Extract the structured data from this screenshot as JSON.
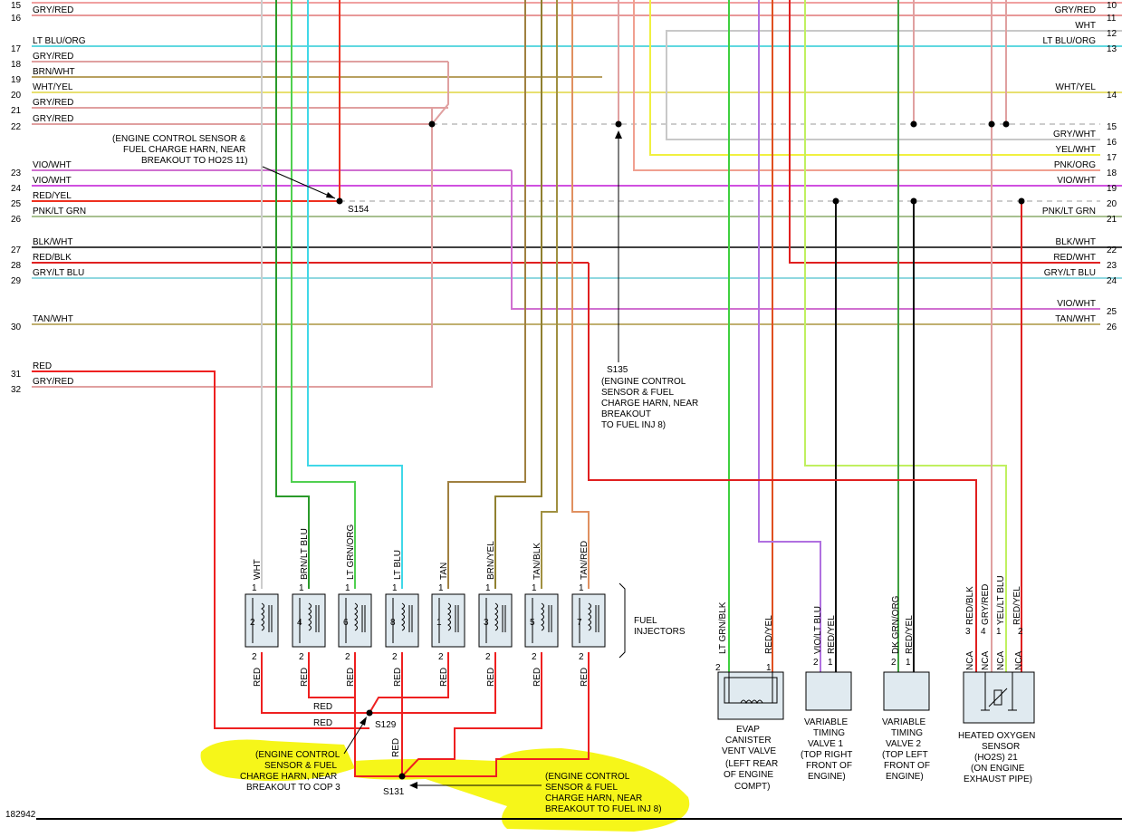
{
  "left_wires": [
    {
      "num": "15",
      "label": "",
      "color": "#f0a0a0"
    },
    {
      "num": "16",
      "label": "GRY/RED",
      "color": "#e89898"
    },
    {
      "num": "17",
      "label": "LT BLU/ORG",
      "color": "#60d8e0"
    },
    {
      "num": "18",
      "label": "GRY/RED",
      "color": "#e0a0a0"
    },
    {
      "num": "19",
      "label": "BRN/WHT",
      "color": "#b8a060"
    },
    {
      "num": "20",
      "label": "WHT/YEL",
      "color": "#e8e070"
    },
    {
      "num": "21",
      "label": "GRY/RED",
      "color": "#e0a0a0"
    },
    {
      "num": "22",
      "label": "GRY/RED",
      "color": "#e0a0a0"
    },
    {
      "num": "23",
      "label": "VIO/WHT",
      "color": "#d070d0"
    },
    {
      "num": "24",
      "label": "VIO/WHT",
      "color": "#d050e0"
    },
    {
      "num": "25",
      "label": "RED/YEL",
      "color": "#ee3020"
    },
    {
      "num": "26",
      "label": "PNK/LT GRN",
      "color": "#a8c090"
    },
    {
      "num": "27",
      "label": "BLK/WHT",
      "color": "#404040"
    },
    {
      "num": "28",
      "label": "RED/BLK",
      "color": "#e02020"
    },
    {
      "num": "29",
      "label": "GRY/LT BLU",
      "color": "#90d8e0"
    },
    {
      "num": "30",
      "label": "TAN/WHT",
      "color": "#c0b070"
    },
    {
      "num": "31",
      "label": "RED",
      "color": "#ee2020"
    },
    {
      "num": "32",
      "label": "GRY/RED",
      "color": "#e0a0a0"
    }
  ],
  "right_wires": [
    {
      "num": "10",
      "label": "",
      "color": "#f0a0a0"
    },
    {
      "num": "11",
      "label": "GRY/RED",
      "color": "#e0a0a0"
    },
    {
      "num": "12",
      "label": "WHT",
      "color": "#c8c8c8"
    },
    {
      "num": "13",
      "label": "LT BLU/ORG",
      "color": "#60d8e0"
    },
    {
      "num": "14",
      "label": "WHT/YEL",
      "color": "#e8e070"
    },
    {
      "num": "15",
      "label": "",
      "color": "#999999"
    },
    {
      "num": "16",
      "label": "GRY/WHT",
      "color": "#c0c0c0"
    },
    {
      "num": "17",
      "label": "YEL/WHT",
      "color": "#f0f040"
    },
    {
      "num": "18",
      "label": "PNK/ORG",
      "color": "#f0a090"
    },
    {
      "num": "19",
      "label": "VIO/WHT",
      "color": "#d050e0"
    },
    {
      "num": "20",
      "label": "",
      "color": "#999999"
    },
    {
      "num": "21",
      "label": "PNK/LT GRN",
      "color": "#a8c090"
    },
    {
      "num": "22",
      "label": "BLK/WHT",
      "color": "#404040"
    },
    {
      "num": "23",
      "label": "RED/WHT",
      "color": "#e02020"
    },
    {
      "num": "24",
      "label": "GRY/LT BLU",
      "color": "#90d8e0"
    },
    {
      "num": "25",
      "label": "VIO/WHT",
      "color": "#d070d0"
    },
    {
      "num": "26",
      "label": "TAN/WHT",
      "color": "#c0b070"
    }
  ],
  "splices": {
    "s154": {
      "name": "S154",
      "note": [
        "(ENGINE CONTROL SENSOR &",
        "FUEL CHARGE HARN, NEAR",
        "BREAKOUT TO HO2S 11)"
      ]
    },
    "s135": {
      "name": "S135",
      "note": [
        "(ENGINE CONTROL",
        "SENSOR & FUEL",
        "CHARGE HARN, NEAR",
        "BREAKOUT",
        "TO FUEL INJ 8)"
      ]
    },
    "s129": {
      "name": "S129",
      "note": [
        "(ENGINE CONTROL",
        "SENSOR & FUEL",
        "CHARGE HARN, NEAR",
        "BREAKOUT TO COP 3"
      ]
    },
    "s131": {
      "name": "S131",
      "note": [
        "(ENGINE CONTROL",
        "SENSOR & FUEL",
        "CHARGE HARN, NEAR",
        "BREAKOUT TO FUEL INJ 8)"
      ]
    }
  },
  "injectors": {
    "label": [
      "FUEL",
      "INJECTORS"
    ],
    "items": [
      {
        "cyl": "2",
        "wire": "WHT",
        "color": "#cccccc"
      },
      {
        "cyl": "4",
        "wire": "BRN/LT BLU",
        "color": "#2a9a2a"
      },
      {
        "cyl": "6",
        "wire": "LT GRN/ORG",
        "color": "#50d050"
      },
      {
        "cyl": "8",
        "wire": "LT BLU",
        "color": "#40d8e8"
      },
      {
        "cyl": "1",
        "wire": "TAN",
        "color": "#a08040"
      },
      {
        "cyl": "3",
        "wire": "BRN/YEL",
        "color": "#908030"
      },
      {
        "cyl": "5",
        "wire": "TAN/BLK",
        "color": "#a09040"
      },
      {
        "cyl": "7",
        "wire": "TAN/RED",
        "color": "#e09060"
      }
    ],
    "bottom_wire": "RED",
    "pin_top": "1",
    "pin_bottom": "2"
  },
  "red_labels": {
    "r1": "RED",
    "r2": "RED",
    "r3": "RED"
  },
  "components": {
    "evap": {
      "pins": [
        "LT GRN/BLK",
        "RED/YEL"
      ],
      "pin_nums": [
        "2",
        "1"
      ],
      "label": [
        "EVAP",
        "CANISTER",
        "VENT VALVE",
        "(LEFT REAR",
        "OF ENGINE",
        "COMPT)"
      ]
    },
    "vtv1": {
      "pins": [
        "VIO/LT BLU",
        "RED/YEL"
      ],
      "pin_nums": [
        "2",
        "1"
      ],
      "label": [
        "VARIABLE",
        "TIMING",
        "VALVE 1",
        "(TOP RIGHT",
        "FRONT OF",
        "ENGINE)"
      ]
    },
    "vtv2": {
      "pins": [
        "DK GRN/ORG",
        "RED/YEL"
      ],
      "pin_nums": [
        "2",
        "1"
      ],
      "label": [
        "VARIABLE",
        "TIMING",
        "VALVE 2",
        "(TOP LEFT",
        "FRONT OF",
        "ENGINE)"
      ]
    },
    "ho2s": {
      "pins": [
        "RED/BLK",
        "GRY/RED",
        "YEL/LT BLU",
        "RED/YEL"
      ],
      "pin_nums": [
        "3",
        "4",
        "1",
        "2"
      ],
      "nca": "NCA",
      "label": [
        "HEATED OXYGEN",
        "SENSOR",
        "(HO2S) 21",
        "(ON ENGINE",
        "EXHAUST PIPE)"
      ]
    }
  },
  "figure_id": "182942"
}
